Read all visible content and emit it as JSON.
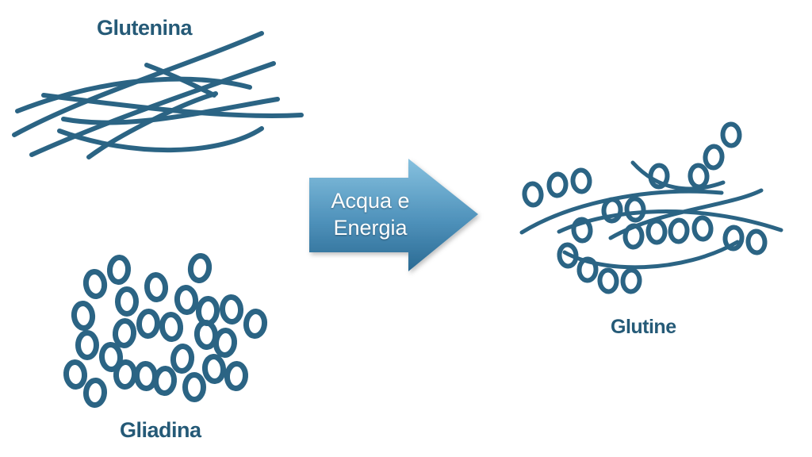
{
  "labels": {
    "glutenina": "Glutenina",
    "gliadina": "Gliadina",
    "glutine": "Glutine"
  },
  "arrow": {
    "line1": "Acqua e",
    "line2": "Energia"
  },
  "colors": {
    "strand": "#2b6484",
    "ring": "#2b6484",
    "label": "#255a77",
    "arrow_top": "#7fbad9",
    "arrow_bottom": "#2a6a93"
  }
}
